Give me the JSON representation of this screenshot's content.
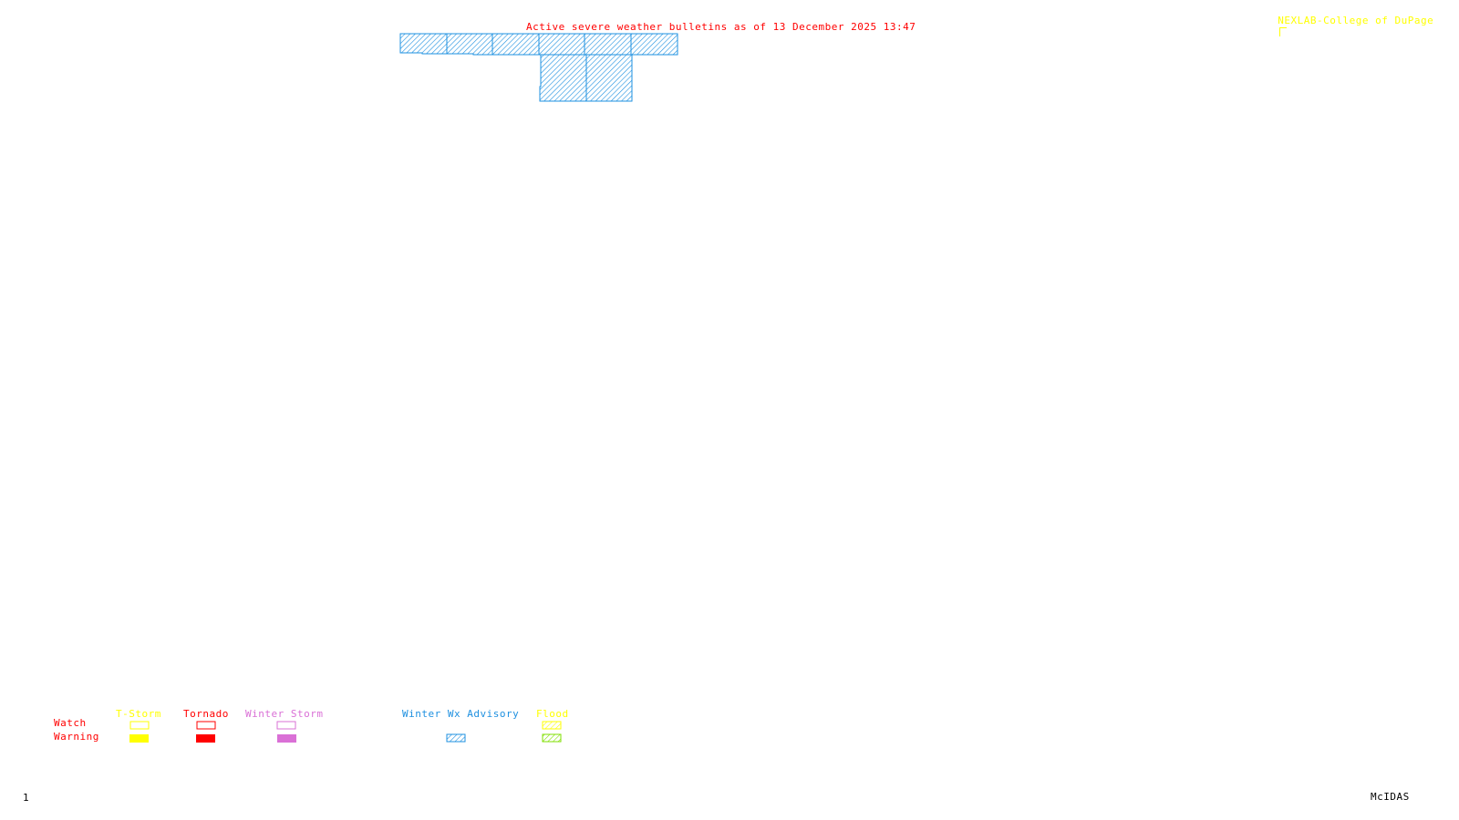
{
  "header": {
    "title": "Active severe weather bulletins as of 13 December 2025 13:47",
    "title_color": "#ff0000",
    "credit": "NEXLAB-College of DuPage",
    "credit_color": "#ffff00",
    "credit_icon": "cursor-arrow-icon"
  },
  "legend": {
    "row_labels": {
      "watch": "Watch",
      "warning": "Warning",
      "color": "#ff0000"
    },
    "categories": [
      {
        "key": "tstorm",
        "label": "T-Storm",
        "color": "#ffff00",
        "watch_style": "outline",
        "warning_style": "solid"
      },
      {
        "key": "tornado",
        "label": "Tornado",
        "color": "#ff0000",
        "watch_style": "outline",
        "warning_style": "solid"
      },
      {
        "key": "winter-storm",
        "label": "Winter Storm",
        "color": "#da70d6",
        "watch_style": "outline",
        "warning_style": "solid"
      },
      {
        "key": "winter-wx-advisory",
        "label": "Winter Wx Advisory",
        "color": "#1e90e0",
        "watch_style": "none",
        "warning_style": "hatched"
      },
      {
        "key": "flood",
        "label": "Flood",
        "color": "#ffff00",
        "warning_color": "#7fdf00",
        "watch_style": "hatched",
        "warning_style": "hatched"
      }
    ]
  },
  "map": {
    "active_bulletins": [
      {
        "type": "Winter Wx Advisory",
        "color": "#1e90e0",
        "pattern": "hatched"
      }
    ]
  },
  "footer": {
    "frame_number": "1",
    "software": "McIDAS"
  }
}
